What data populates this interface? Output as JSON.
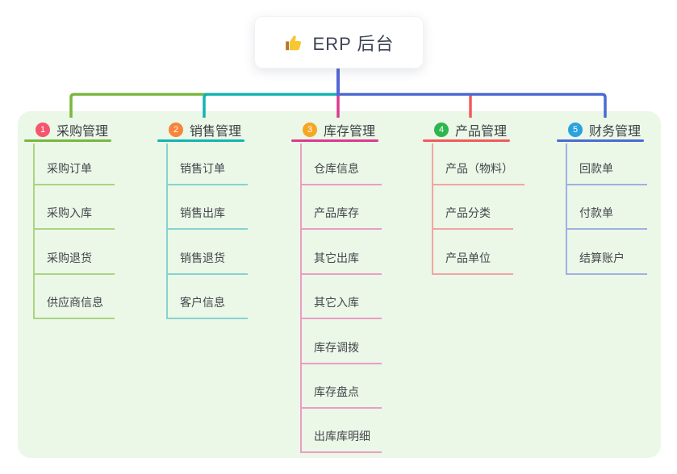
{
  "root": {
    "label": "ERP 后台",
    "icon": "thumbs-up-icon",
    "line_color": "#5566d6",
    "box_color": "#ffffff",
    "text_color": "#3d4354"
  },
  "panel_color": "#ebf7e7",
  "branches": [
    {
      "index": "1",
      "label": "采购管理",
      "badge_color": "#f5566e",
      "color": "#79b73f",
      "light_color": "#abd480",
      "children": [
        "采购订单",
        "采购入库",
        "采购退货",
        "供应商信息"
      ]
    },
    {
      "index": "2",
      "label": "销售管理",
      "badge_color": "#f8843b",
      "color": "#14b4b0",
      "light_color": "#86d3cf",
      "children": [
        "销售订单",
        "销售出库",
        "销售退货",
        "客户信息"
      ]
    },
    {
      "index": "3",
      "label": "库存管理",
      "badge_color": "#f6a623",
      "color": "#da3a90",
      "light_color": "#ec9cc8",
      "children": [
        "仓库信息",
        "产品库存",
        "其它出库",
        "其它入库",
        "库存调拨",
        "库存盘点",
        "出库库明细"
      ]
    },
    {
      "index": "4",
      "label": "产品管理",
      "badge_color": "#2db54f",
      "color": "#f15b5e",
      "light_color": "#f4a3a3",
      "children": [
        "产品（物料）",
        "产品分类",
        "产品单位"
      ]
    },
    {
      "index": "5",
      "label": "财务管理",
      "badge_color": "#2aa2de",
      "color": "#4b6ad3",
      "light_color": "#9fb0e4",
      "children": [
        "回款单",
        "付款单",
        "结算账户"
      ]
    }
  ]
}
